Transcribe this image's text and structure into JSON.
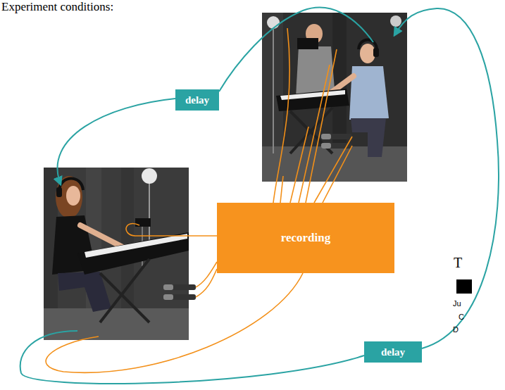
{
  "diagram": {
    "title": "Experiment conditions:",
    "nodes": [
      {
        "text": [
          "delay"
        ]
      },
      {
        "text": [
          "recording"
        ]
      },
      {
        "text": [
          "delay"
        ]
      }
    ],
    "labels": [
      "T",
      "Ju",
      "C",
      "D"
    ]
  }
}
